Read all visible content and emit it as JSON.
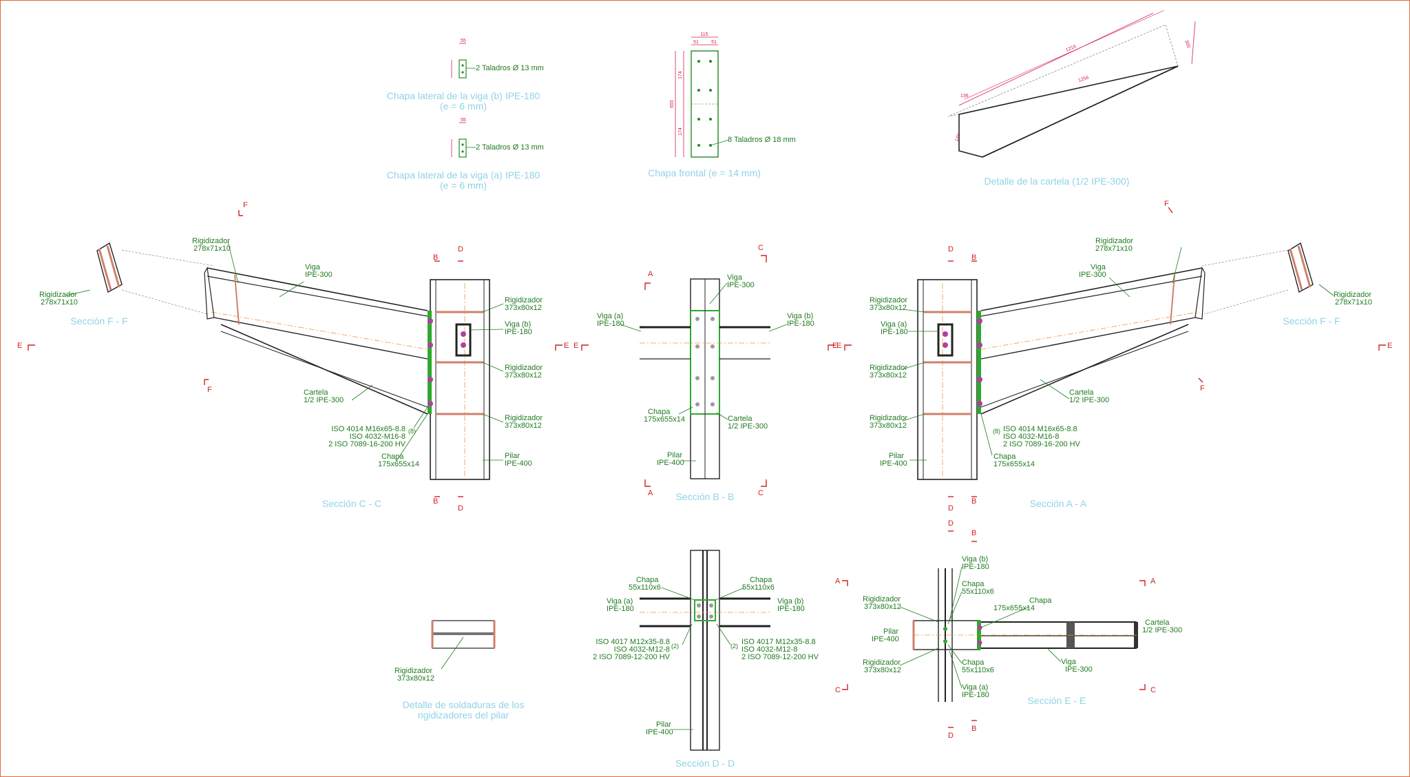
{
  "titles": {
    "chapa_b": [
      "Chapa lateral de la viga (b) IPE-180",
      "(e = 6 mm)"
    ],
    "chapa_a": [
      "Chapa lateral de la viga (a) IPE-180",
      "(e = 6 mm)"
    ],
    "chapa_frontal": "Chapa frontal (e = 14 mm)",
    "cartela": "Detalle de la cartela (1/2 IPE-300)",
    "sec_ff_left": "Sección F - F",
    "sec_ff_right": "Sección F - F",
    "sec_cc": "Sección C - C",
    "sec_bb": "Sección B - B",
    "sec_aa": "Sección A - A",
    "sec_dd": "Sección D - D",
    "sec_ee": "Sección E - E",
    "soldaduras": [
      "Detalle de soldaduras de los",
      "rigidizadores del pilar"
    ]
  },
  "drills": {
    "b": "2 Taladros Ø 13 mm",
    "a": "2 Taladros Ø 13 mm",
    "frontal": "8 Taladros Ø 18 mm"
  },
  "dims": {
    "frontal_w": "115",
    "frontal_h": "655",
    "frontal_s1": "51",
    "frontal_s2": "51",
    "frontal_a": "174",
    "frontal_b": "174",
    "cartela_top": "1218",
    "cartela_mid": "1256",
    "cartela_h": "300",
    "cartela_l": "136",
    "cartela_v": "149",
    "plate_w": "55"
  },
  "cuts": {
    "a": "A",
    "b": "B",
    "c": "C",
    "d": "D",
    "e": "E",
    "f": "F"
  },
  "labels": {
    "rigid_278": [
      "Rigidizador",
      "278x71x10"
    ],
    "viga_300": [
      "Viga",
      "IPE-300"
    ],
    "rigid_373": [
      "Rigidizador",
      "373x80x12"
    ],
    "viga_b": [
      "Viga (b)",
      "IPE-180"
    ],
    "viga_a": [
      "Viga (a)",
      "IPE-180"
    ],
    "cartela": [
      "Cartela",
      "1/2 IPE-300"
    ],
    "pilar": [
      "Pilar",
      "IPE-400"
    ],
    "chapa_175": [
      "Chapa",
      "175x655x14"
    ],
    "chapa_55": [
      "Chapa",
      "55x110x6"
    ],
    "bolts_16": [
      "ISO 4014 M16x65-8.8",
      "ISO 4032-M16-8",
      "2 ISO 7089-16-200 HV"
    ],
    "bolts_12": [
      "ISO 4017 M12x35-8.8",
      "ISO 4032-M12-8",
      "2 ISO 7089-12-200 HV"
    ],
    "count_8": "(8)",
    "count_2": "(2)"
  }
}
